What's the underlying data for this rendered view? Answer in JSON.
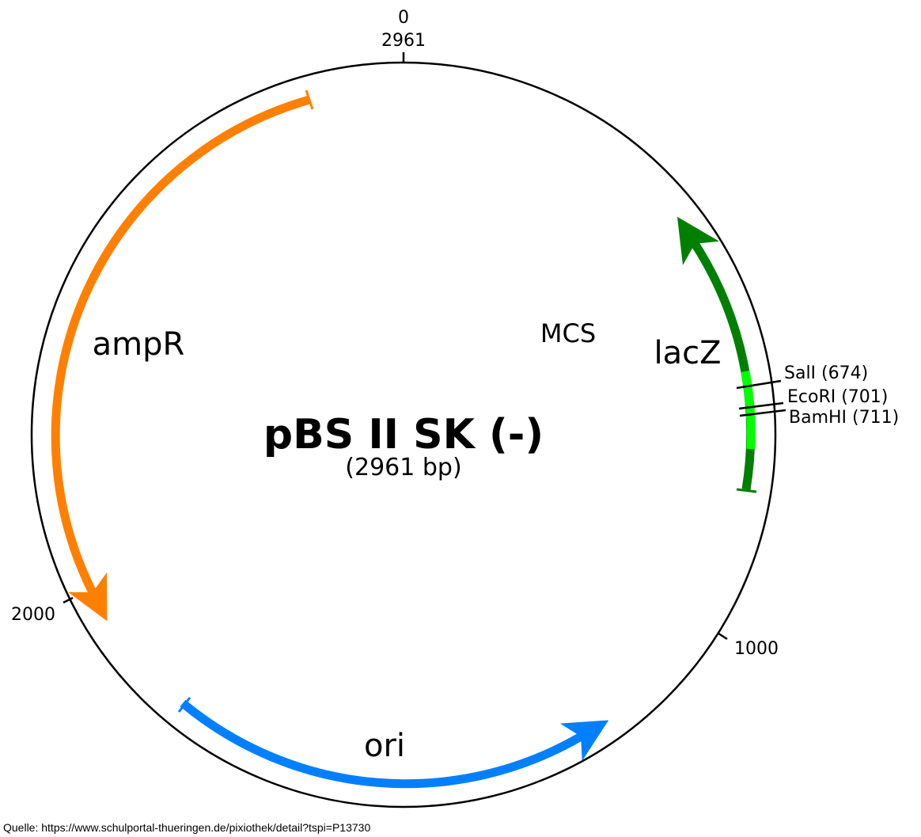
{
  "plasmid": {
    "name": "pBS II SK (-)",
    "size_label": "(2961 bp)",
    "length_bp": 2961
  },
  "ticks": [
    {
      "position": 0,
      "labels": [
        "0",
        "2961"
      ]
    },
    {
      "position": 1000,
      "labels": [
        "1000"
      ]
    },
    {
      "position": 2000,
      "labels": [
        "2000"
      ]
    }
  ],
  "features": [
    {
      "name": "ampR",
      "color": "#ff8000"
    },
    {
      "name": "ori",
      "color": "#0080ff"
    },
    {
      "name": "lacZ",
      "color": "#007f00"
    },
    {
      "name": "MCS",
      "color": "#00ff00"
    }
  ],
  "restriction_sites": [
    {
      "label": "SalI (674)",
      "position": 674
    },
    {
      "label": "EcoRI (701)",
      "position": 701
    },
    {
      "label": "BamHI (711)",
      "position": 711
    }
  ],
  "source": "Quelle: https://www.schulportal-thueringen.de/pixiothek/detail?tspi=P13730"
}
